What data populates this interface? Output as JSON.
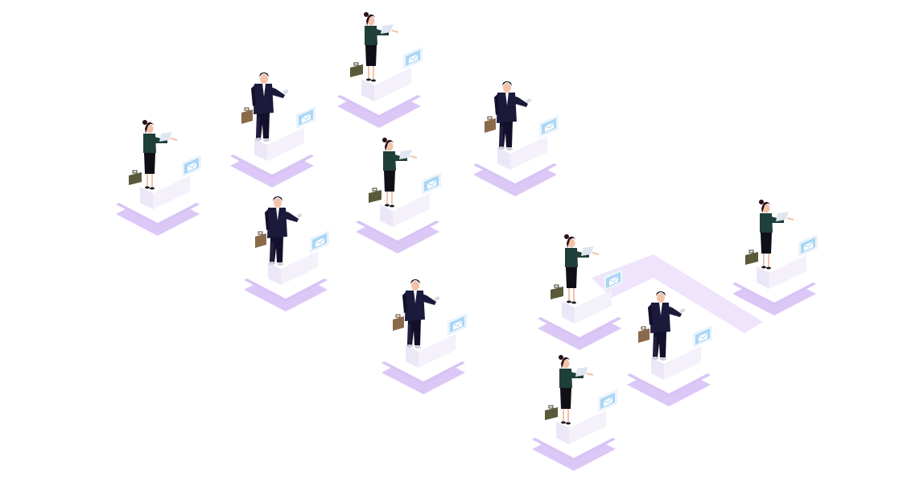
{
  "colors": {
    "background": "#ffffff",
    "platform_shadow": "#dcc8f6",
    "platform_edge": "#d8c4f4",
    "platform_top": "#ffffff",
    "desk": "#f4f1fb",
    "monitor_frame": "#eaf4fc",
    "monitor_screen": "#a9d6f5",
    "envelope": "#ffffff",
    "suit_dark": "#1c1a3a",
    "suit_shadow": "#12102a",
    "shirt_teal": "#1f3f3a",
    "skirt": "#0f0f18",
    "hair": "#2a0f18",
    "skin": "#f2c3a8",
    "briefcase_brown": "#8a6a4a",
    "briefcase_olive": "#5a5a3a",
    "paper": "#dfe6f0",
    "connector": "#efe4fb"
  },
  "scene": {
    "description_icons": [
      "businesswoman-icon",
      "businessman-icon",
      "briefcase-icon",
      "monitor-envelope-icon"
    ],
    "workstations": [
      {
        "person": "woman"
      },
      {
        "person": "man"
      },
      {
        "person": "woman"
      },
      {
        "person": "man"
      },
      {
        "person": "woman"
      },
      {
        "person": "man"
      },
      {
        "person": "man"
      },
      {
        "person": "woman"
      },
      {
        "person": "man"
      },
      {
        "person": "woman"
      },
      {
        "person": "woman"
      }
    ]
  }
}
